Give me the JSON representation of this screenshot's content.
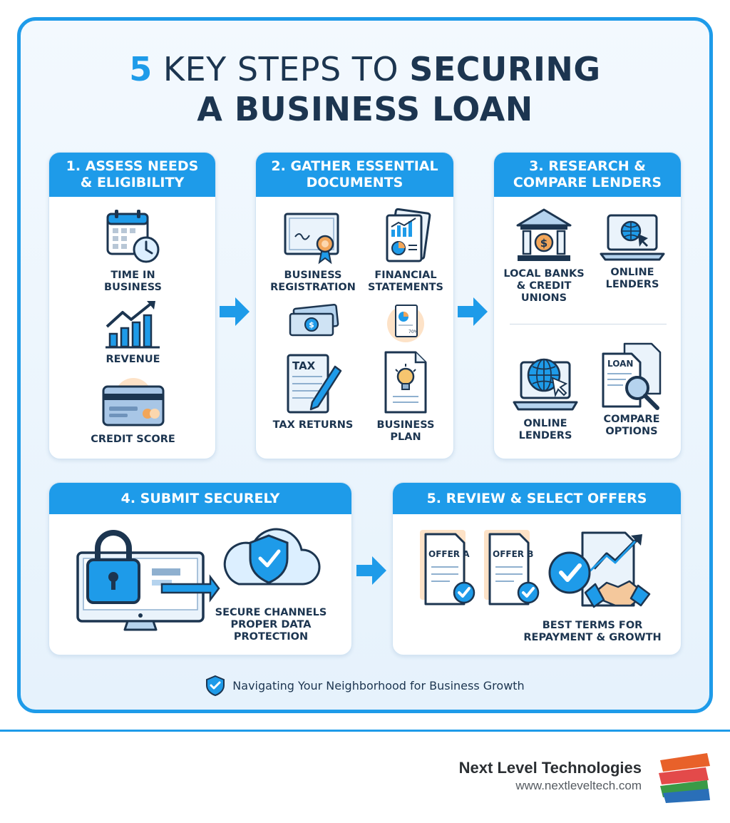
{
  "title": {
    "number": "5",
    "light": "KEY STEPS TO",
    "bold1": "SECURING",
    "line2": "A BUSINESS LOAN"
  },
  "step1": {
    "header": "1. ASSESS NEEDS\n& ELIGIBILITY",
    "items": [
      "TIME IN\nBUSINESS",
      "REVENUE",
      "CREDIT SCORE"
    ]
  },
  "step2": {
    "header": "2. GATHER ESSENTIAL\nDOCUMENTS",
    "items": [
      "BUSINESS\nREGISTRATION",
      "FINANCIAL\nSTATEMENTS",
      "TAX RETURNS",
      "BUSINESS\nPLAN"
    ],
    "tax_icon_text": "TAX",
    "stat_icon_text": "70%"
  },
  "step3": {
    "header": "3. RESEARCH &\nCOMPARE LENDERS",
    "items": [
      "LOCAL BANKS\n& CREDIT\nUNIONS",
      "ONLINE\nLENDERS",
      "ONLINE\nLENDERS",
      "COMPARE\nOPTIONS"
    ],
    "loan_icon_text": "LOAN"
  },
  "step4": {
    "header": "4. SUBMIT SECURELY",
    "caption": "SECURE CHANNELS\nPROPER DATA\nPROTECTION"
  },
  "step5": {
    "header": "5. REVIEW & SELECT OFFERS",
    "offer_a": "OFFER A",
    "offer_b": "OFFER B",
    "caption": "BEST TERMS FOR\nREPAYMENT & GROWTH"
  },
  "tagline": "Navigating Your Neighborhood for Business Growth",
  "brand": {
    "name": "Next Level Technologies",
    "url": "www.nextleveltech.com"
  },
  "colors": {
    "accent": "#1e9be9",
    "navy": "#1c3550",
    "orange": "#f2a65a"
  }
}
